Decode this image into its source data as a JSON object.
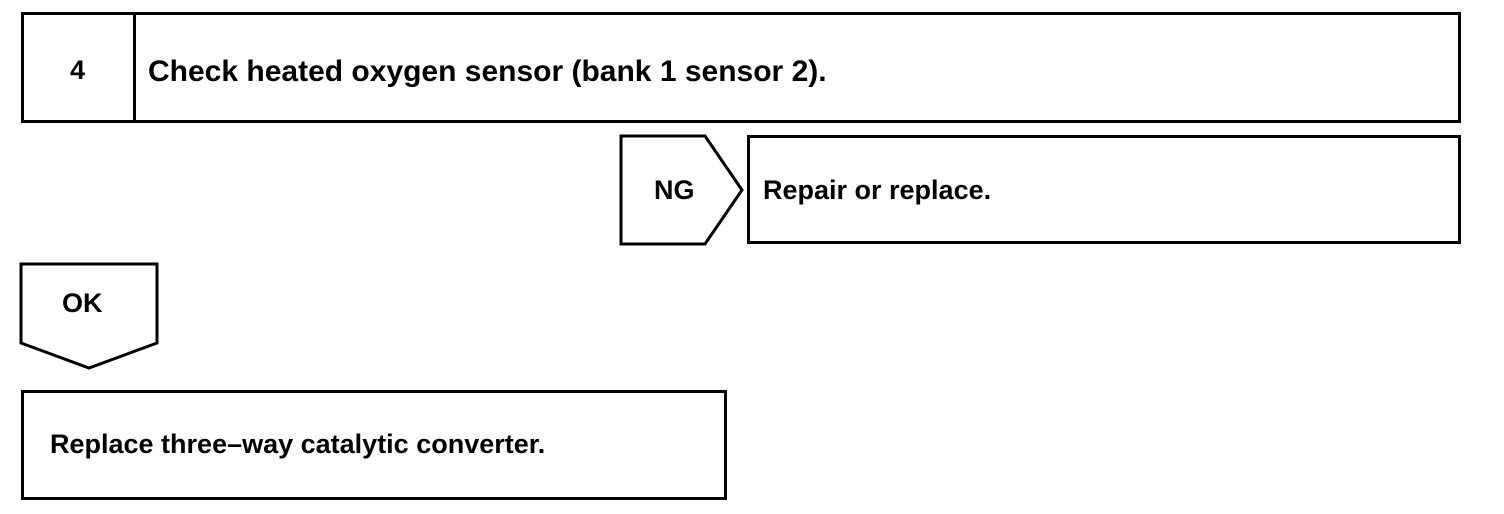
{
  "step": {
    "number": "4",
    "title": "Check heated oxygen sensor (bank 1 sensor 2)."
  },
  "ng_branch": {
    "label": "NG",
    "action": "Repair or replace."
  },
  "ok_branch": {
    "label": "OK",
    "action": "Replace three–way catalytic converter."
  },
  "colors": {
    "line": "#000000",
    "background": "#ffffff"
  }
}
